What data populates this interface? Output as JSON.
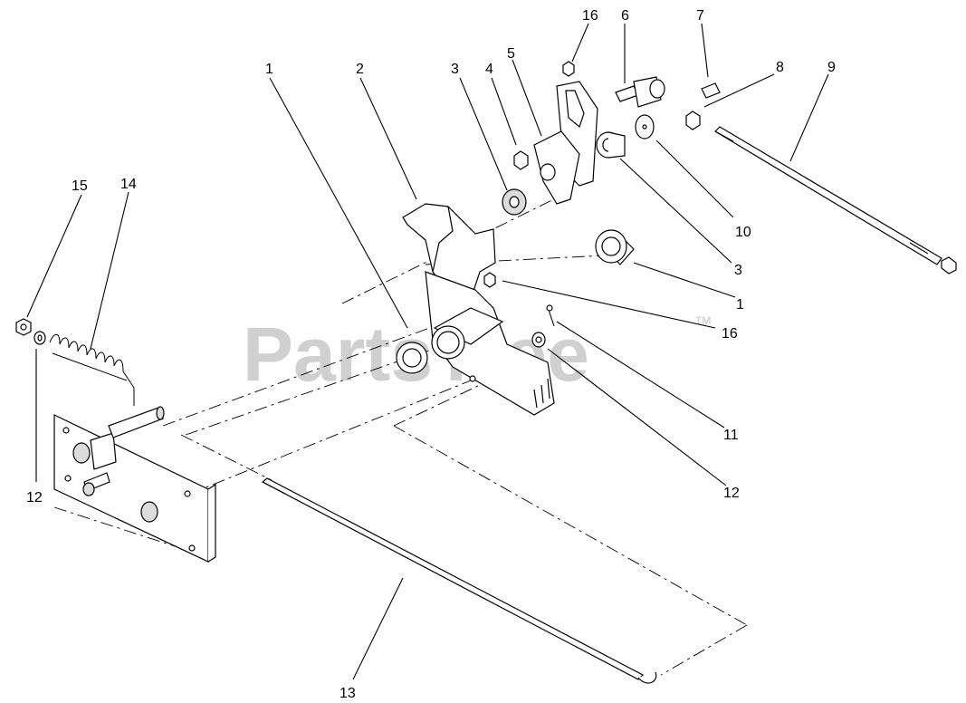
{
  "watermark": {
    "text": "PartsTree",
    "trademark": "TM"
  },
  "callouts": [
    {
      "id": "c1a",
      "label": "1"
    },
    {
      "id": "c2",
      "label": "2"
    },
    {
      "id": "c3a",
      "label": "3"
    },
    {
      "id": "c4",
      "label": "4"
    },
    {
      "id": "c5",
      "label": "5"
    },
    {
      "id": "c16a",
      "label": "16"
    },
    {
      "id": "c6",
      "label": "6"
    },
    {
      "id": "c7",
      "label": "7"
    },
    {
      "id": "c8",
      "label": "8"
    },
    {
      "id": "c9",
      "label": "9"
    },
    {
      "id": "c10",
      "label": "10"
    },
    {
      "id": "c3b",
      "label": "3"
    },
    {
      "id": "c1b",
      "label": "1"
    },
    {
      "id": "c16b",
      "label": "16"
    },
    {
      "id": "c11",
      "label": "11"
    },
    {
      "id": "c12b",
      "label": "12"
    },
    {
      "id": "c15",
      "label": "15"
    },
    {
      "id": "c14",
      "label": "14"
    },
    {
      "id": "c12a",
      "label": "12"
    },
    {
      "id": "c13",
      "label": "13"
    }
  ]
}
